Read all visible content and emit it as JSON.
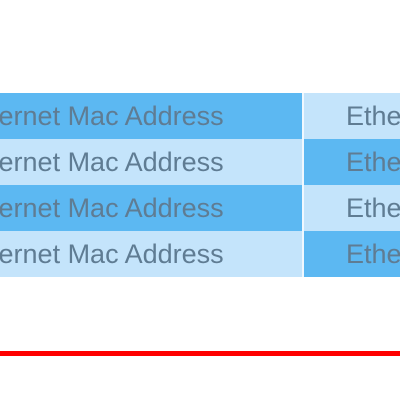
{
  "table": {
    "rows": [
      {
        "col_a": "Ethernet Mac Address",
        "col_b": "Ethe",
        "col_a_shade": "dark",
        "col_b_shade": "light"
      },
      {
        "col_a": "Ethernet Mac Address",
        "col_b": "Ethe",
        "col_a_shade": "light",
        "col_b_shade": "dark"
      },
      {
        "col_a": "Ethernet Mac Address",
        "col_b": "Ethe",
        "col_a_shade": "dark",
        "col_b_shade": "light"
      },
      {
        "col_a": "Ethernet Mac Address",
        "col_b": "Ethe",
        "col_a_shade": "light",
        "col_b_shade": "dark"
      }
    ]
  },
  "colors": {
    "row_dark": "#5cb8f2",
    "row_light": "#c4e4fb",
    "text": "#5f7c93",
    "divider": "#ff0000"
  }
}
